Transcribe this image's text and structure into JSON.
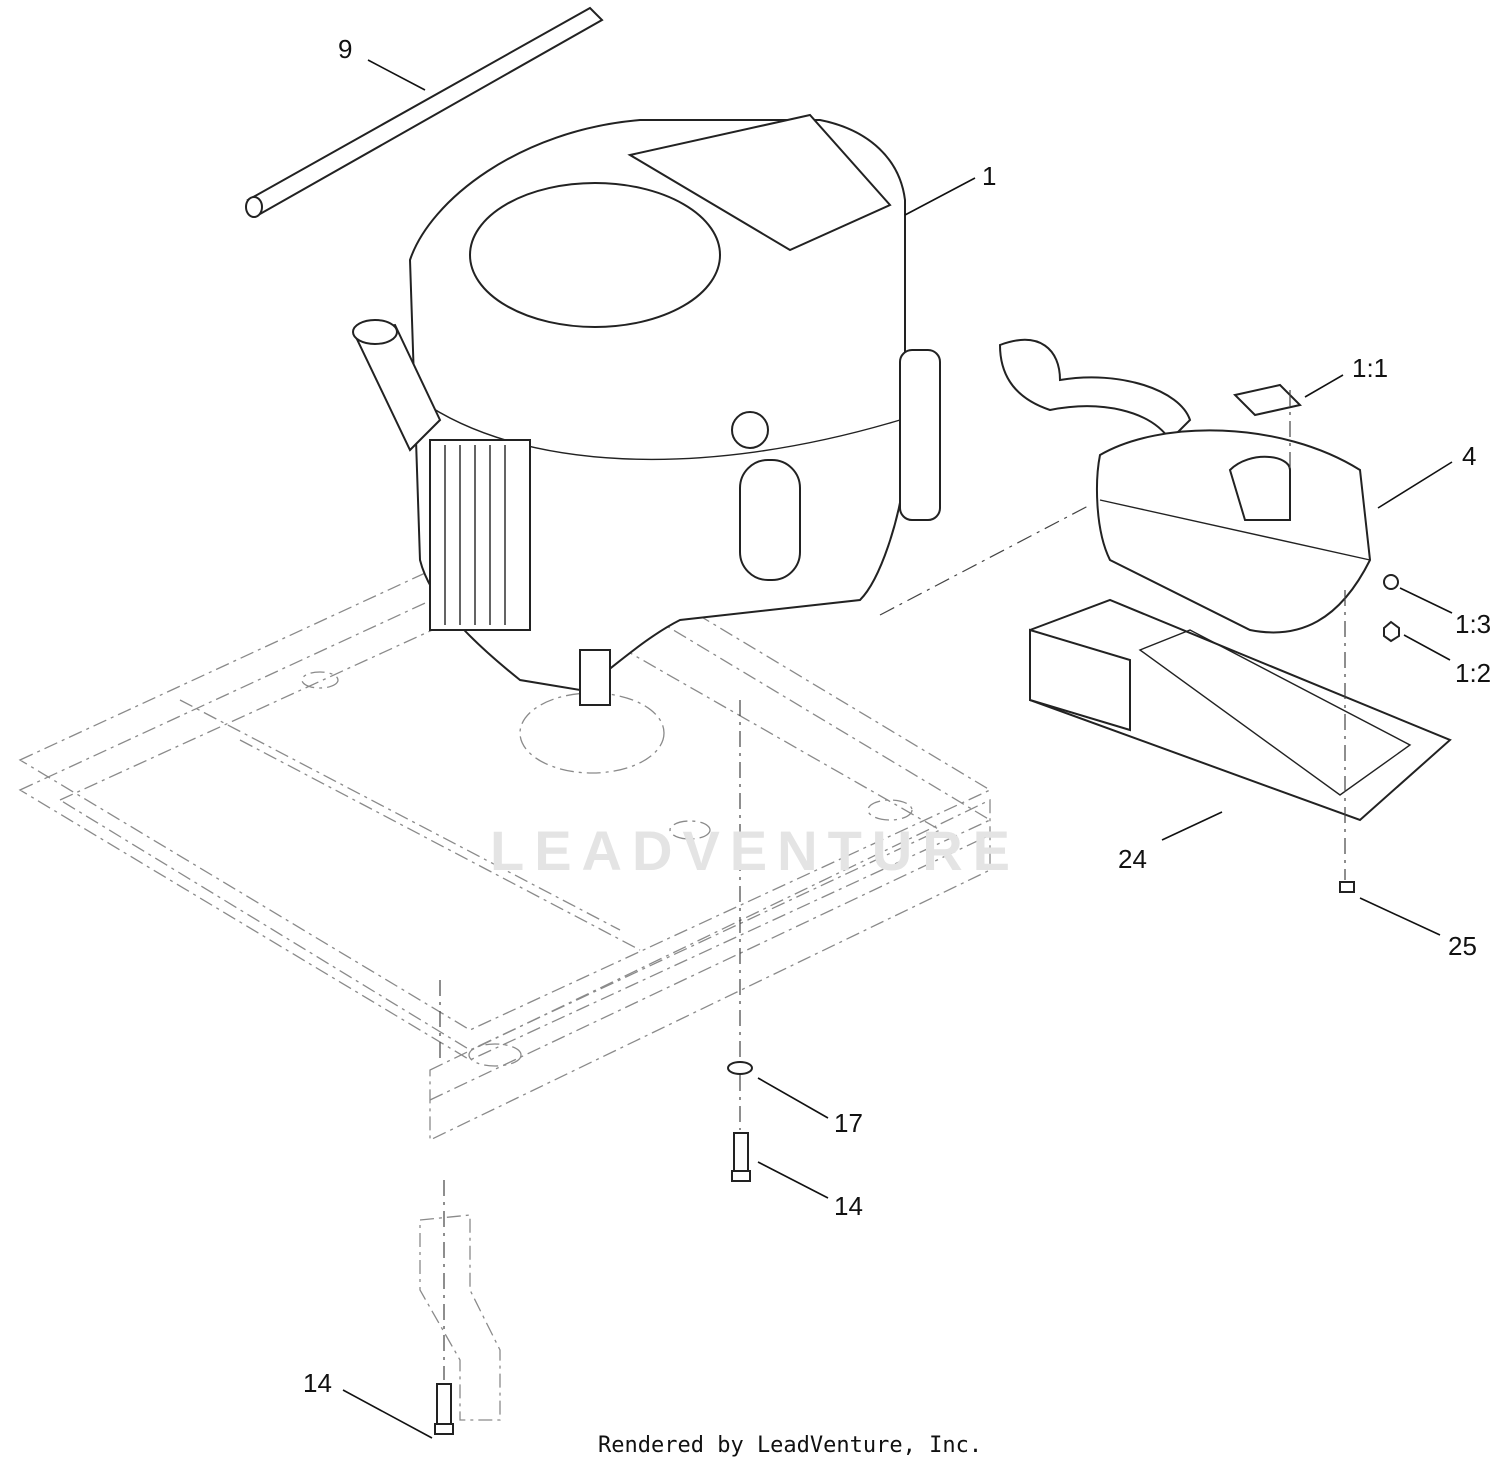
{
  "callouts": {
    "c9": "9",
    "c1": "1",
    "c1_1": "1:1",
    "c4": "4",
    "c1_3": "1:3",
    "c1_2": "1:2",
    "c24": "24",
    "c25": "25",
    "c17": "17",
    "c14a": "14",
    "c14b": "14"
  },
  "watermark": "LEADVENTURE",
  "footer": "Rendered by LeadVenture, Inc."
}
